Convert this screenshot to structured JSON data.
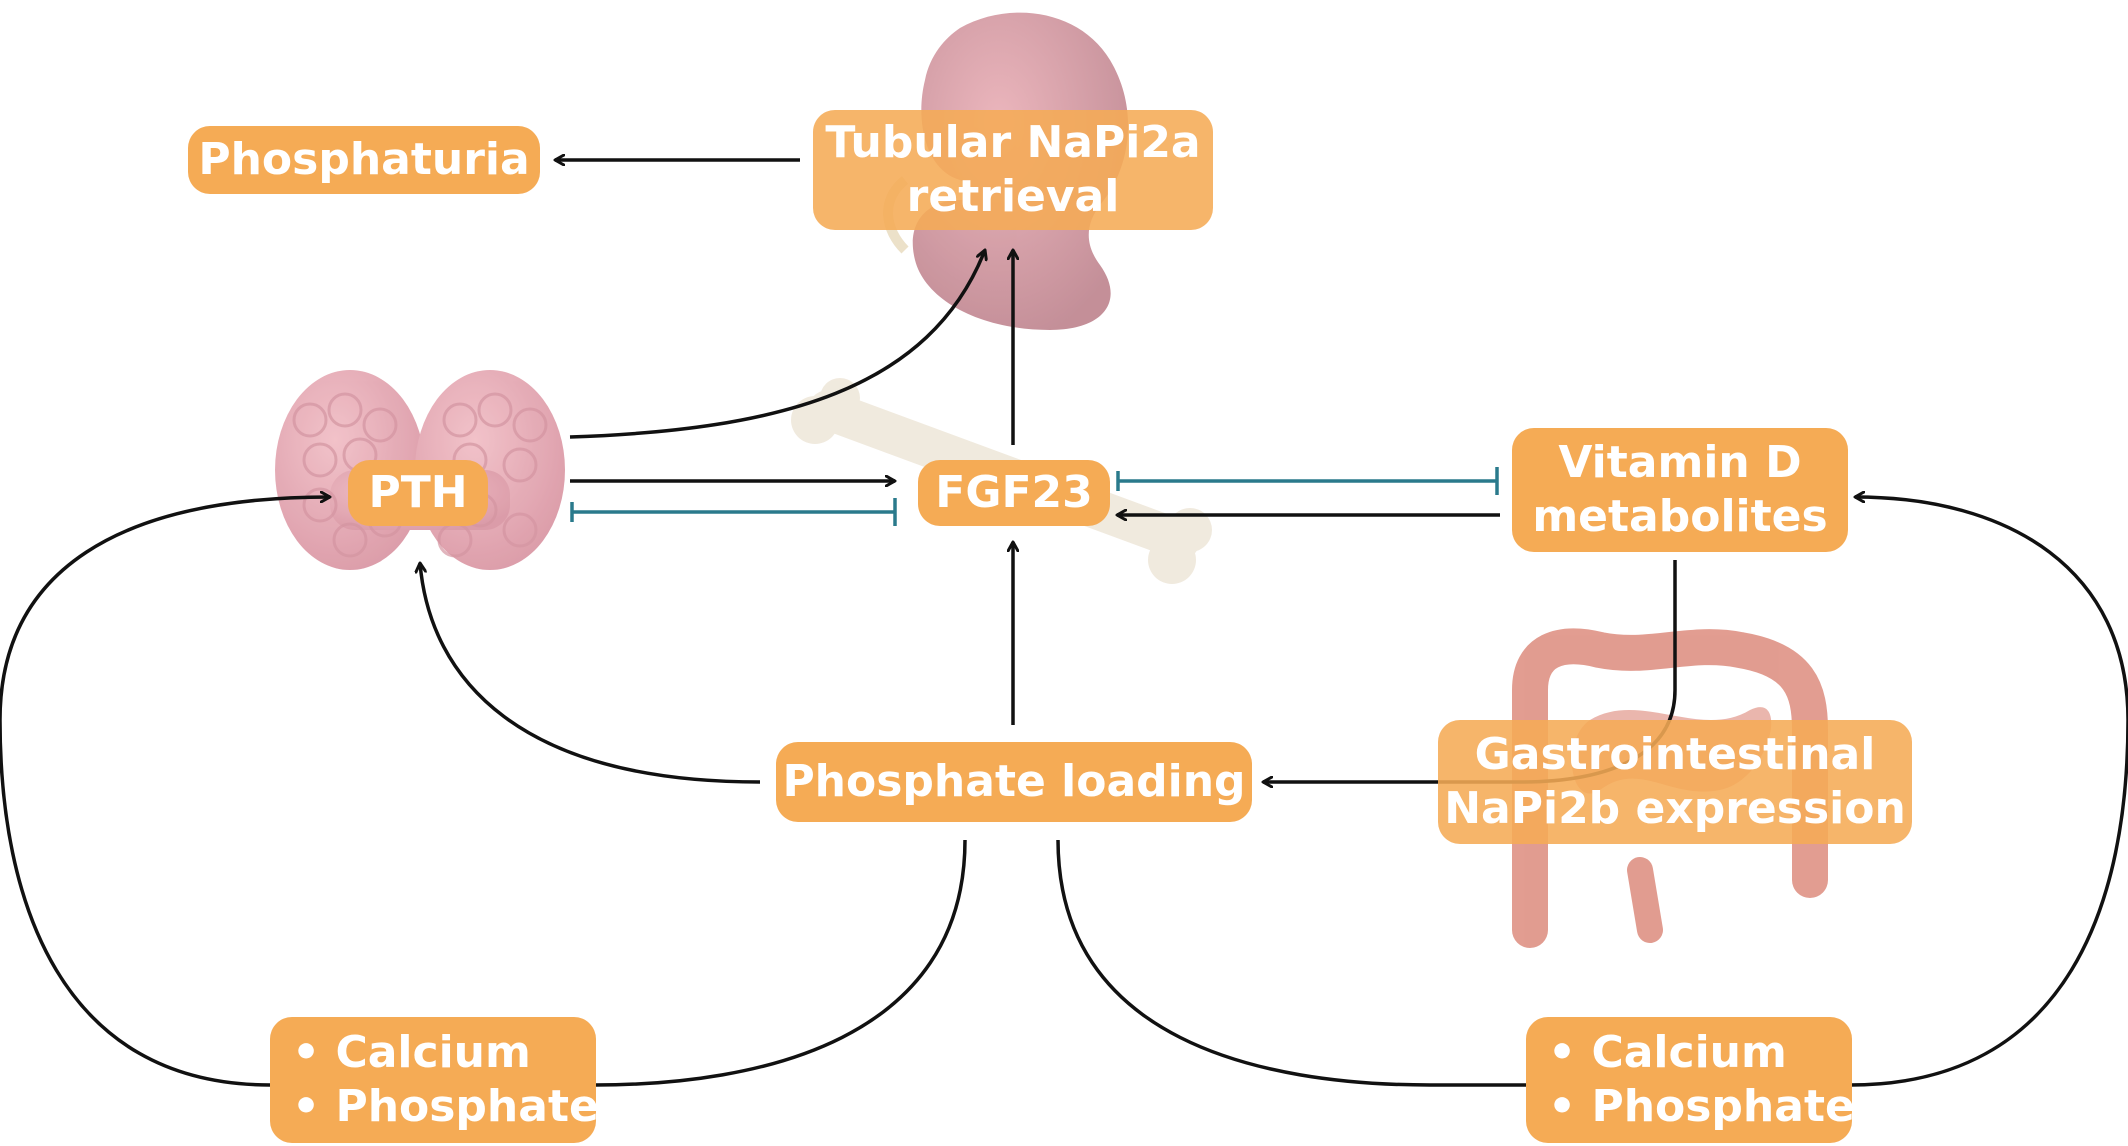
{
  "nodes": {
    "phosphaturia": {
      "label": "Phosphaturia"
    },
    "tubular": {
      "line1": "Tubular NaPi2a",
      "line2": "retrieval"
    },
    "pth": {
      "label": "PTH"
    },
    "fgf23": {
      "label": "FGF23"
    },
    "vitamin_d": {
      "line1": "Vitamin D",
      "line2": "metabolites"
    },
    "phosphate_loading": {
      "label": "Phosphate loading"
    },
    "gastro": {
      "line1": "Gastrointestinal",
      "line2": "NaPi2b expression"
    },
    "left_minerals": {
      "line1": "• Calcium",
      "line2": "• Phosphate"
    },
    "right_minerals": {
      "line1": "• Calcium",
      "line2": "• Phosphate"
    }
  },
  "illustrations": [
    "kidney",
    "parathyroid-glands",
    "bone",
    "intestine"
  ],
  "colors": {
    "box_fill": "#f5ab55",
    "box_text": "#ffffff",
    "arrow": "#111111",
    "inhibition": "#2a7a8c"
  }
}
